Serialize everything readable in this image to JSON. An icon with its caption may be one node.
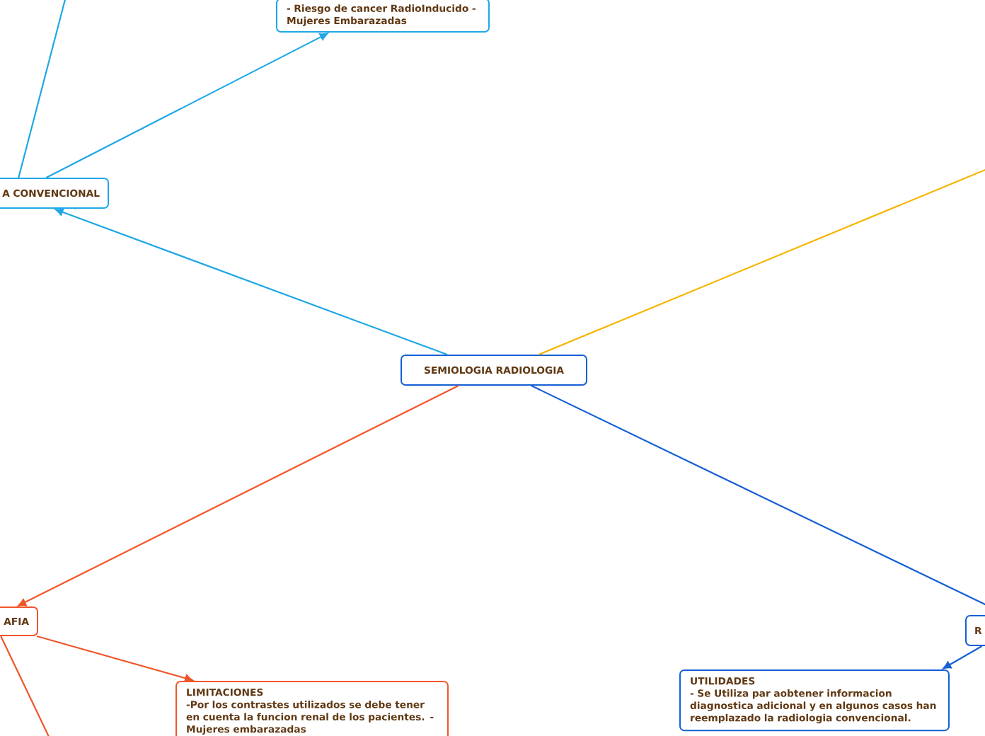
{
  "diagram": {
    "nodes": [
      {
        "text": [
          "SEMIOLOGIA RADIOLOGIA"
        ]
      },
      {
        "text": [
          "A CONVENCIONAL"
        ]
      },
      {
        "text": [
          "- Riesgo de cancer RadioInducido - Mujeres Embarazadas"
        ]
      },
      {
        "text": [
          "AFIA"
        ]
      },
      {
        "text": [
          "LIMITACIONES",
          "-Por los contrastes utilizados se debe tener en cuenta la funcion renal de los pacientes. - Mujeres embarazadas"
        ]
      },
      {
        "text": [
          "R"
        ]
      },
      {
        "text": [
          "UTILIDADES",
          "- Se Utiliza par aobtener informacion diagnostica adicional y en algunos casos han reemplazado la radiologia convencional."
        ]
      }
    ],
    "edges": [
      {
        "from": 0,
        "to": 1,
        "arrow": "to",
        "color": "#1ea7e6"
      },
      {
        "from": 1,
        "to": 2,
        "arrow": "to",
        "color": "#1ea7e6"
      },
      {
        "from": 1,
        "to": null,
        "arrow": "none",
        "color": "#1ea7e6"
      },
      {
        "from": 0,
        "to": null,
        "arrow": "none",
        "color": "#f7b500"
      },
      {
        "from": 0,
        "to": 3,
        "arrow": "to",
        "color": "#f0552a"
      },
      {
        "from": 3,
        "to": 4,
        "arrow": "to",
        "color": "#f0552a"
      },
      {
        "from": 3,
        "to": null,
        "arrow": "none",
        "color": "#f0552a"
      },
      {
        "from": 0,
        "to": 5,
        "arrow": "none",
        "color": "#1560d6"
      },
      {
        "from": 5,
        "to": 6,
        "arrow": "to",
        "color": "#1560d6"
      }
    ]
  }
}
